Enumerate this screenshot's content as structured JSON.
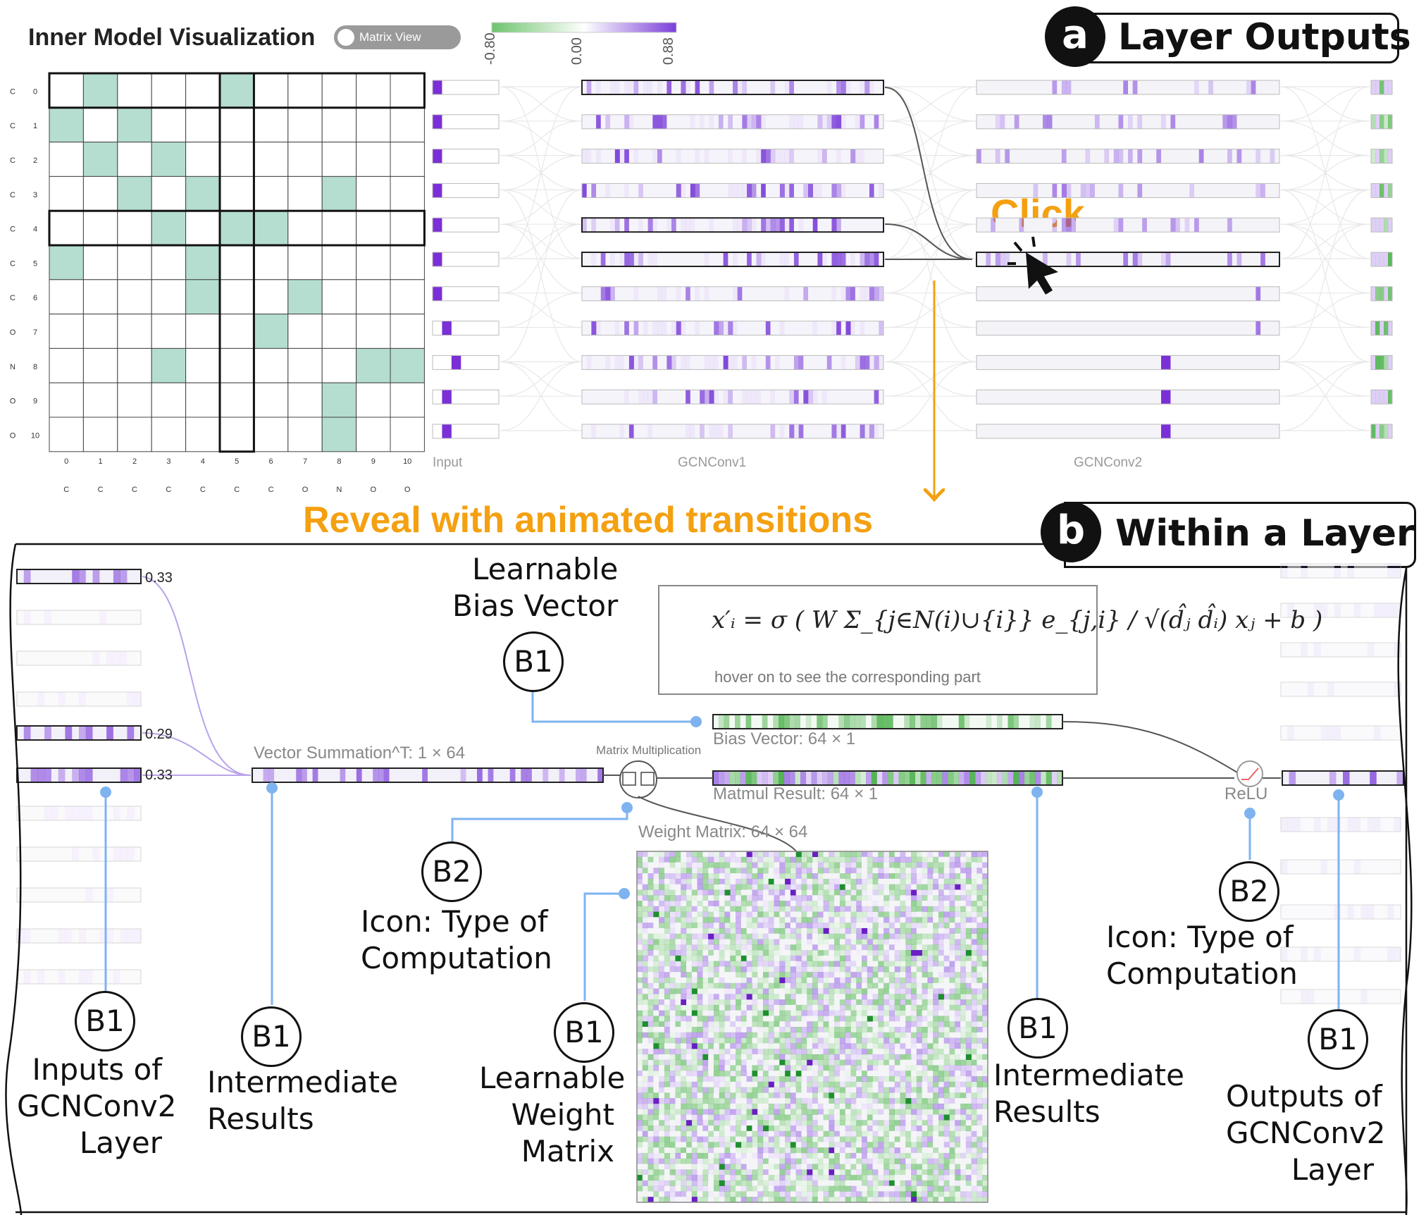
{
  "header": {
    "title": "Inner Model Visualization",
    "toggle_label": "Matrix View",
    "colorbar": {
      "min": "-0.80",
      "mid": "0.00",
      "max": "0.88",
      "low_color": "#6CC46C",
      "high_color": "#7B3FD9"
    }
  },
  "panel_a": {
    "letter": "a",
    "title": "Layer Outputs"
  },
  "panel_b": {
    "letter": "b",
    "title": "Within a Layer"
  },
  "matrix": {
    "row_indices": [
      "0",
      "1",
      "2",
      "3",
      "4",
      "5",
      "6",
      "7",
      "8",
      "9",
      "10"
    ],
    "row_atoms": [
      "C",
      "C",
      "C",
      "C",
      "C",
      "C",
      "C",
      "O",
      "N",
      "O",
      "O"
    ],
    "col_indices": [
      "0",
      "1",
      "2",
      "3",
      "4",
      "5",
      "6",
      "7",
      "8",
      "9",
      "10"
    ],
    "col_atoms": [
      "C",
      "C",
      "C",
      "C",
      "C",
      "C",
      "C",
      "O",
      "N",
      "O",
      "O"
    ],
    "highlight_rows": [
      0,
      4
    ],
    "highlight_col": 5,
    "adjacency": [
      [
        0,
        1,
        0,
        0,
        0,
        1,
        0,
        0,
        0,
        0,
        0
      ],
      [
        1,
        0,
        1,
        0,
        0,
        0,
        0,
        0,
        0,
        0,
        0
      ],
      [
        0,
        1,
        0,
        1,
        0,
        0,
        0,
        0,
        0,
        0,
        0
      ],
      [
        0,
        0,
        1,
        0,
        1,
        0,
        0,
        0,
        1,
        0,
        0
      ],
      [
        0,
        0,
        0,
        1,
        0,
        1,
        1,
        0,
        0,
        0,
        0
      ],
      [
        1,
        0,
        0,
        0,
        1,
        0,
        0,
        0,
        0,
        0,
        0
      ],
      [
        0,
        0,
        0,
        0,
        1,
        0,
        0,
        1,
        0,
        0,
        0
      ],
      [
        0,
        0,
        0,
        0,
        0,
        0,
        1,
        0,
        0,
        0,
        0
      ],
      [
        0,
        0,
        0,
        1,
        0,
        0,
        0,
        0,
        0,
        1,
        1
      ],
      [
        0,
        0,
        0,
        0,
        0,
        0,
        0,
        0,
        1,
        0,
        0
      ],
      [
        0,
        0,
        0,
        0,
        0,
        0,
        0,
        0,
        1,
        0,
        0
      ]
    ]
  },
  "layers": {
    "input_label": "Input",
    "gcn1_label": "GCNConv1",
    "gcn2_label": "GCNConv2",
    "input_active": [
      0,
      0,
      0,
      0,
      0,
      0,
      0,
      1,
      2,
      1,
      1
    ]
  },
  "annotations": {
    "click": "Click",
    "reveal": "Reveal with animated transitions"
  },
  "within_layer": {
    "input_values": [
      "0.33",
      "0.29",
      "0.33"
    ],
    "vector_sum_label": "Vector Summation^T: 1 × 64",
    "matmul_op_label": "Matrix Multiplication",
    "bias_label": "Bias Vector: 64 × 1",
    "matmul_result_label": "Matmul Result: 64 × 1",
    "weight_label": "Weight Matrix: 64 × 64",
    "relu_label": "ReLU",
    "formula": "x′ᵢ = σ ( W  Σ_{j∈N(i)∪{i}}  e_{j,i} / √(d̂ⱼ d̂ᵢ)  xⱼ + b )",
    "formula_hint": "hover on to see the corresponding part"
  },
  "callouts": {
    "bias": {
      "badge": "B1",
      "line1": "Learnable",
      "line2": "Bias Vector"
    },
    "inputs": {
      "badge": "B1",
      "line1": "Inputs of",
      "line2": "GCNConv2",
      "line3": "Layer"
    },
    "intermediate_left": {
      "badge": "B1",
      "line1": "Intermediate",
      "line2": "Results"
    },
    "icon_left": {
      "badge": "B2",
      "line1": "Icon: Type of",
      "line2": "Computation"
    },
    "weight": {
      "badge": "B1",
      "line1": "Learnable",
      "line2": "Weight",
      "line3": "Matrix"
    },
    "intermediate_right": {
      "badge": "B1",
      "line1": "Intermediate",
      "line2": "Results"
    },
    "icon_right": {
      "badge": "B2",
      "line1": "Icon: Type of",
      "line2": "Computation"
    },
    "outputs": {
      "badge": "B1",
      "line1": "Outputs of",
      "line2": "GCNConv2",
      "line3": "Layer"
    }
  }
}
